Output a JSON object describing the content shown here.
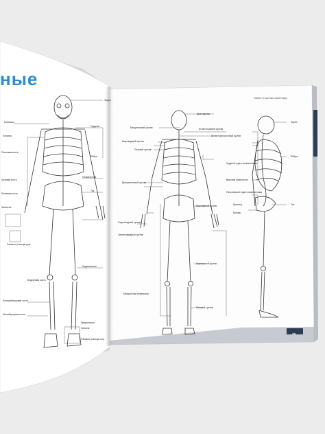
{
  "book": {
    "left_heading": "ные",
    "running_header": "Скелет и костные ориентиры",
    "page_number": "29",
    "colors": {
      "accent": "#2d8bd0",
      "page": "#ffffff",
      "background": "#ececec",
      "tab": "#2b3c56",
      "ink": "#222222"
    }
  },
  "left_page": {
    "labels": [
      "Череп",
      "Ключица",
      "Лопатка",
      "Грудина",
      "Плечевая кость",
      "Рёбра",
      "Позвоночник",
      "Таз",
      "Лучевая кость",
      "Локтевая кость",
      "Запястье",
      "Фаланги (пальцы рук)",
      "Бедренная кость",
      "Надколенник",
      "Большеберцовая кость",
      "Малоберцовая кость",
      "Предплюсна",
      "Плюсна",
      "Фаланги (пальцы ног)"
    ]
  },
  "right_page": {
    "posterior_labels": [
      "Шов черепа",
      "Мыщелковый сустав",
      "Атлантоосевой сустав",
      "Атлантозатылочный сустав",
      "Шаровидный сустав",
      "Плоский сустав",
      "Вращательный сустав",
      "Седловидный сустав",
      "Шарнирный сустав",
      "Эллипсовидный сустав",
      "Межкостная перепонка",
      "Шарнирный сустав",
      "Плоский сустав"
    ],
    "lateral_labels": [
      "Череп",
      "Грудной отдел позвоночника",
      "Верхняя конечность",
      "Поясничный отдел позвоночника",
      "Крестец",
      "Копчик",
      "Рёбра",
      "Таз"
    ]
  }
}
